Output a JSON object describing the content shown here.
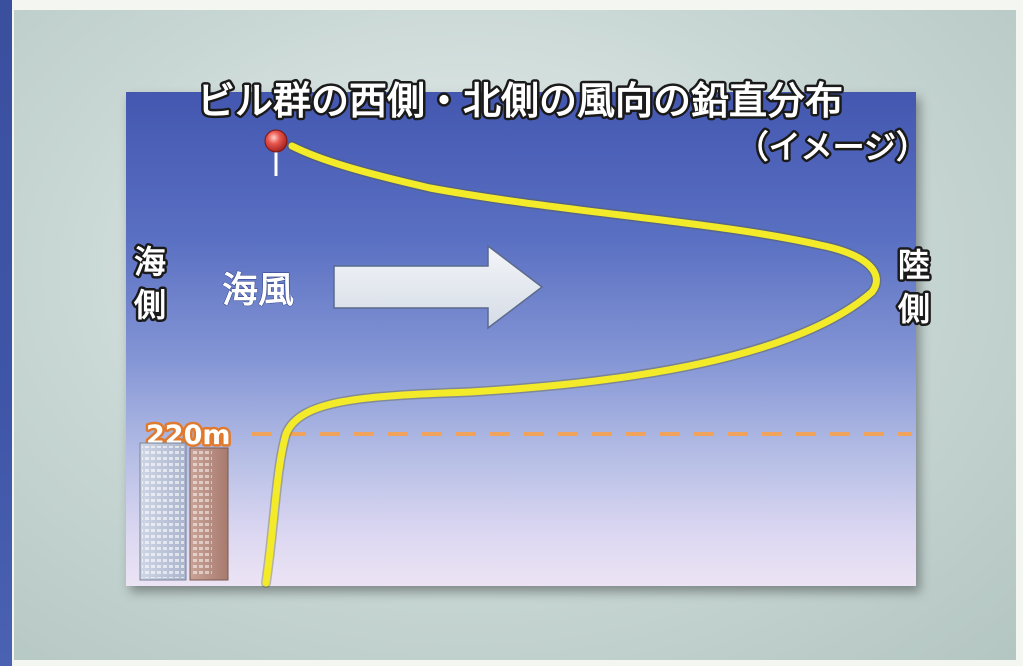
{
  "title": "ビル群の西側・北側の風向の鉛直分布",
  "subtitle": "（イメージ）",
  "labels": {
    "sea_side_1": "海",
    "sea_side_2": "側",
    "land_side_1": "陸",
    "land_side_2": "側",
    "wind": "海風",
    "height": "220m"
  },
  "colors": {
    "profile_line": "#f3ea2a",
    "dashed_line": "#f0a35c",
    "arrow_fill": "#e4e9ef",
    "label_fill": "#ffffff",
    "label_stroke": "#1a1a1a"
  }
}
